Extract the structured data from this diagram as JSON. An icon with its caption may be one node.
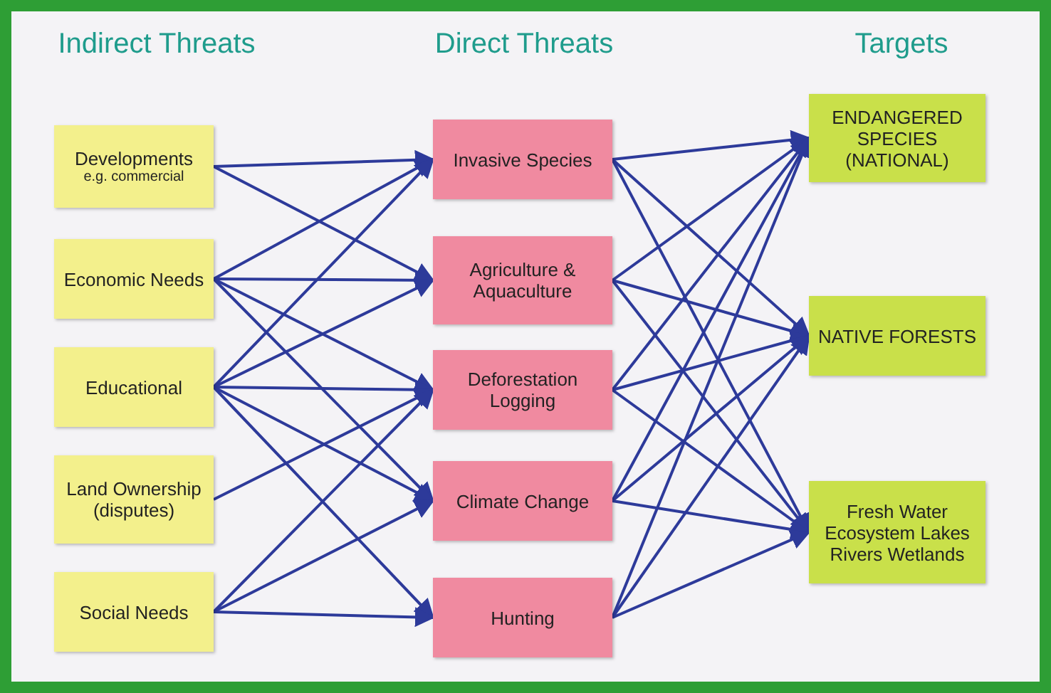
{
  "diagram": {
    "nodes": [
      {
        "text": [
          "Developments",
          "e.g. commercial"
        ]
      },
      {
        "text": [
          "Economic Needs"
        ]
      },
      {
        "text": [
          "Educational"
        ]
      },
      {
        "text": [
          "Land Ownership (disputes)"
        ]
      },
      {
        "text": [
          "Social Needs"
        ]
      },
      {
        "text": [
          "Invasive Species"
        ]
      },
      {
        "text": [
          "Agriculture & Aquaculture"
        ]
      },
      {
        "text": [
          "Deforestation Logging"
        ]
      },
      {
        "text": [
          "Climate Change"
        ]
      },
      {
        "text": [
          "Hunting"
        ]
      },
      {
        "text": [
          "ENDANGERED SPECIES (NATIONAL)"
        ]
      },
      {
        "text": [
          "NATIVE FORESTS"
        ]
      },
      {
        "text": [
          "Fresh Water Ecosystem Lakes Rivers Wetlands"
        ]
      }
    ],
    "edges": [
      {
        "from": 0,
        "to": 5,
        "arrow": "to"
      },
      {
        "from": 0,
        "to": 6,
        "arrow": "to"
      },
      {
        "from": 1,
        "to": 5,
        "arrow": "to"
      },
      {
        "from": 1,
        "to": 6,
        "arrow": "to"
      },
      {
        "from": 1,
        "to": 7,
        "arrow": "to"
      },
      {
        "from": 1,
        "to": 8,
        "arrow": "to"
      },
      {
        "from": 2,
        "to": 5,
        "arrow": "to"
      },
      {
        "from": 2,
        "to": 6,
        "arrow": "to"
      },
      {
        "from": 2,
        "to": 7,
        "arrow": "to"
      },
      {
        "from": 2,
        "to": 8,
        "arrow": "to"
      },
      {
        "from": 2,
        "to": 9,
        "arrow": "to"
      },
      {
        "from": 3,
        "to": 7,
        "arrow": "to"
      },
      {
        "from": 4,
        "to": 7,
        "arrow": "to"
      },
      {
        "from": 4,
        "to": 8,
        "arrow": "to"
      },
      {
        "from": 4,
        "to": 9,
        "arrow": "to"
      },
      {
        "from": 5,
        "to": 10,
        "arrow": "to"
      },
      {
        "from": 5,
        "to": 11,
        "arrow": "to"
      },
      {
        "from": 5,
        "to": 12,
        "arrow": "to"
      },
      {
        "from": 6,
        "to": 10,
        "arrow": "to"
      },
      {
        "from": 6,
        "to": 11,
        "arrow": "to"
      },
      {
        "from": 6,
        "to": 12,
        "arrow": "to"
      },
      {
        "from": 7,
        "to": 10,
        "arrow": "to"
      },
      {
        "from": 7,
        "to": 11,
        "arrow": "to"
      },
      {
        "from": 7,
        "to": 12,
        "arrow": "to"
      },
      {
        "from": 8,
        "to": 10,
        "arrow": "to"
      },
      {
        "from": 8,
        "to": 11,
        "arrow": "to"
      },
      {
        "from": 8,
        "to": 12,
        "arrow": "to"
      },
      {
        "from": 9,
        "to": 10,
        "arrow": "to"
      },
      {
        "from": 9,
        "to": 11,
        "arrow": "to"
      },
      {
        "from": 9,
        "to": 12,
        "arrow": "to"
      }
    ],
    "labels": [
      "Indirect Threats",
      "Direct Threats",
      "Targets"
    ]
  }
}
